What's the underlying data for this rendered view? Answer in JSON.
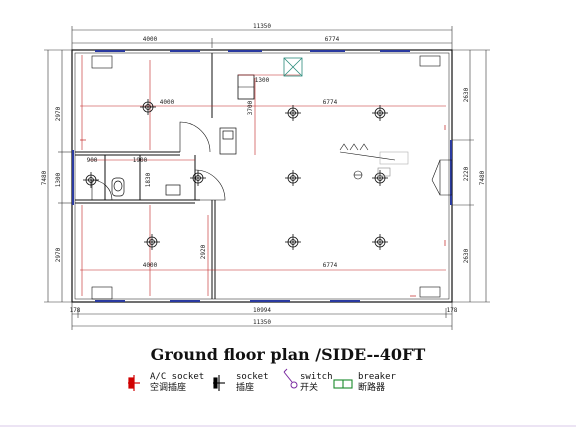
{
  "dimensions": {
    "top_total": "11350",
    "top_left": "4000",
    "top_right": "6774",
    "inner_left": "4000",
    "inner_right": "6774",
    "lower_left": "4000",
    "lower_right": "6774",
    "small_1300": "1300",
    "v_3700": "3700",
    "v_2920": "2920",
    "w_900": "900",
    "w_1900": "1900",
    "v_1830": "1830",
    "bottom_178_left": "178",
    "bottom_10994": "10994",
    "bottom_178_right": "178",
    "bottom_total": "11350",
    "left_2970_top": "2970",
    "left_1300": "1300",
    "left_2970_bottom": "2970",
    "left_total": "7480",
    "right_2630_top": "2630",
    "right_2220": "2220",
    "right_2630_bottom": "2630",
    "right_total": "7480"
  },
  "title": "Ground floor plan /SIDE--40FT",
  "legend": [
    {
      "label": "A/C socket",
      "cn": "空调插座",
      "icon": "ac-socket-icon",
      "color": "#d00000"
    },
    {
      "label": "socket",
      "cn": "插座",
      "icon": "socket-icon",
      "color": "#000000"
    },
    {
      "label": "switch",
      "cn": "开关",
      "icon": "switch-icon",
      "color": "#7a2aa0"
    },
    {
      "label": "breaker",
      "cn": "断路器",
      "icon": "breaker-icon",
      "color": "#1a8a2a"
    }
  ]
}
